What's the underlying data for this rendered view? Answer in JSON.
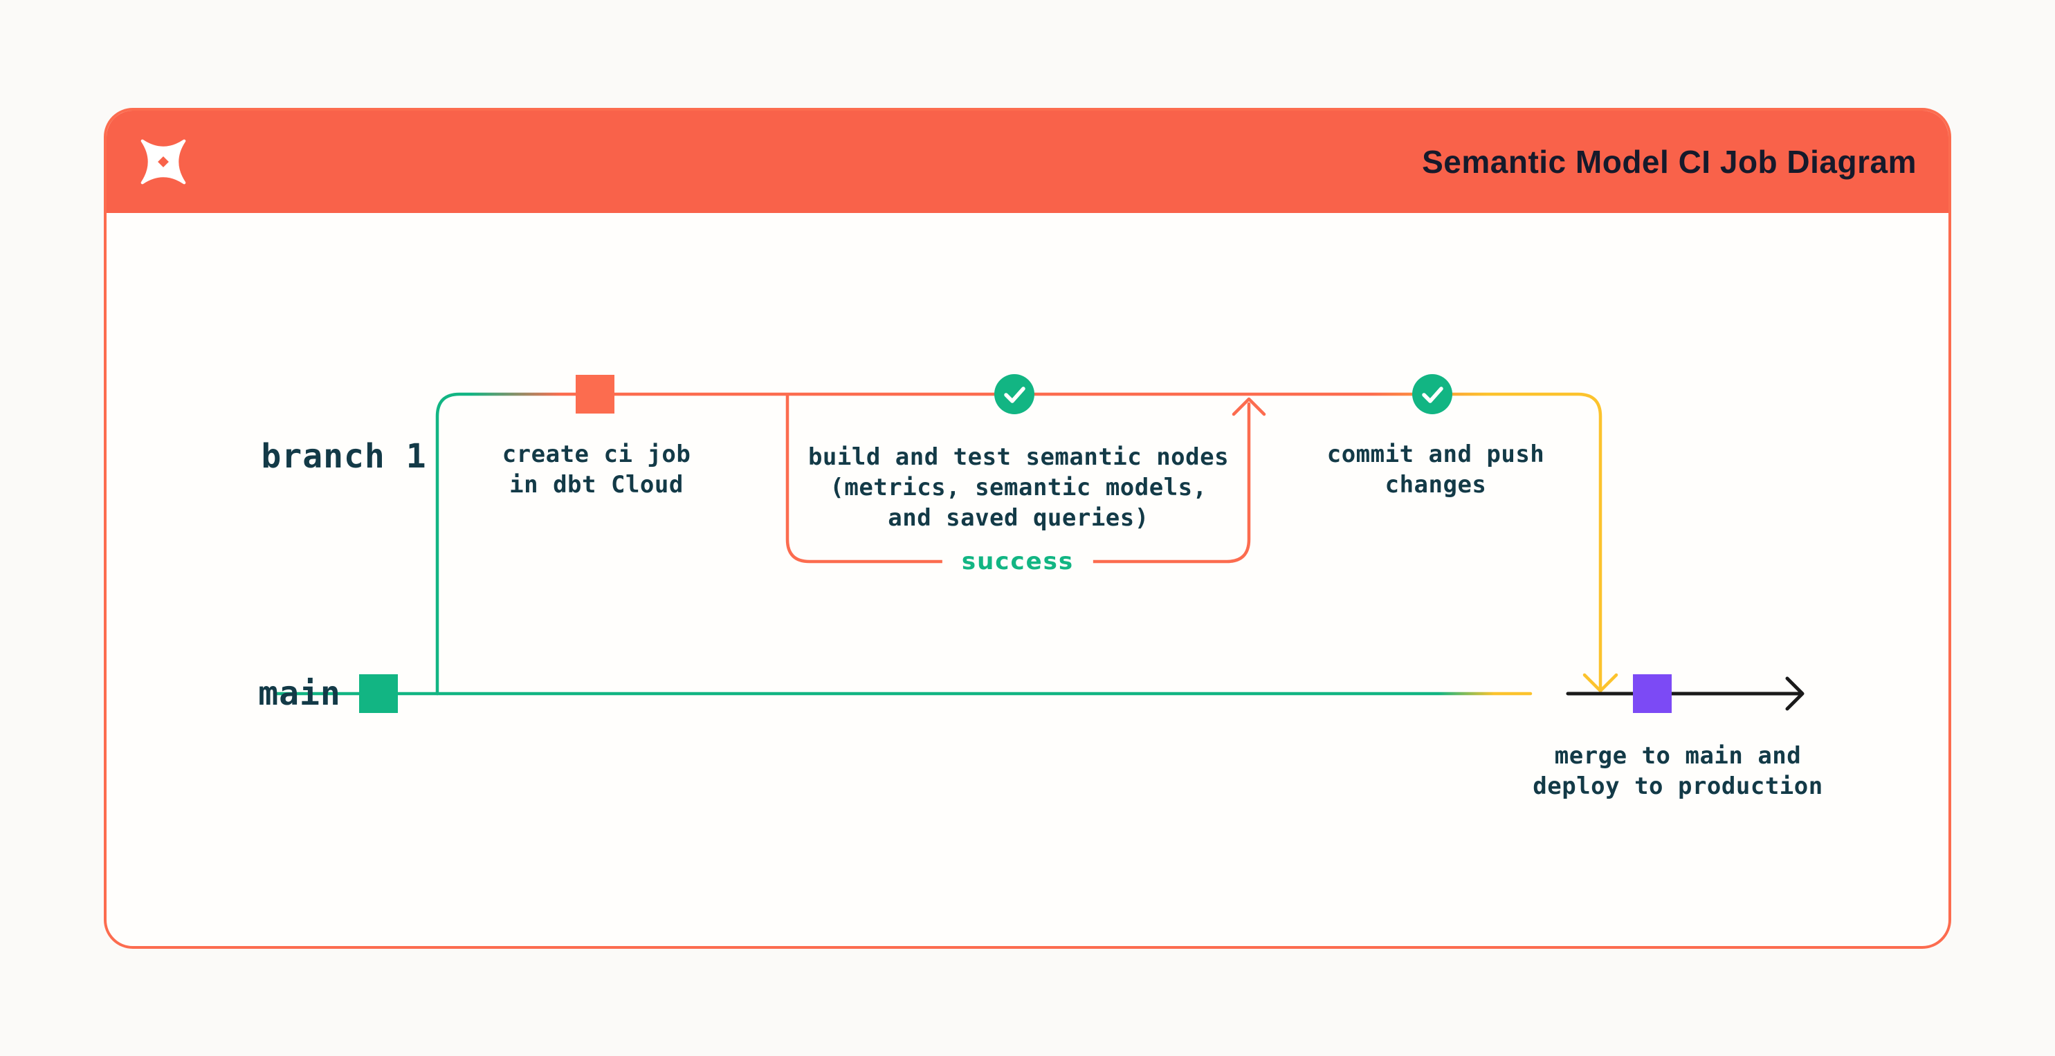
{
  "header": {
    "title": "Semantic Model CI Job Diagram",
    "logo": "dbt"
  },
  "lanes": {
    "branch": "branch 1",
    "main": "main"
  },
  "labels": {
    "create_ci": "create ci job\nin dbt Cloud",
    "build_test": "build and test semantic nodes\n(metrics, semantic models,\nand saved queries)",
    "success": "success",
    "commit_push": "commit and push\nchanges",
    "merge": "merge to main and\ndeploy to production"
  },
  "colors": {
    "flame": "#f9624a",
    "line_orange": "#fc6c4f",
    "green": "#12b583",
    "yellow": "#fcc32d",
    "purple": "#7c4af5",
    "ink": "#133a47",
    "title_ink": "#161a2b",
    "bg": "#fbfaf8",
    "card_bg": "#fffefc",
    "black": "#1a1a1a"
  }
}
